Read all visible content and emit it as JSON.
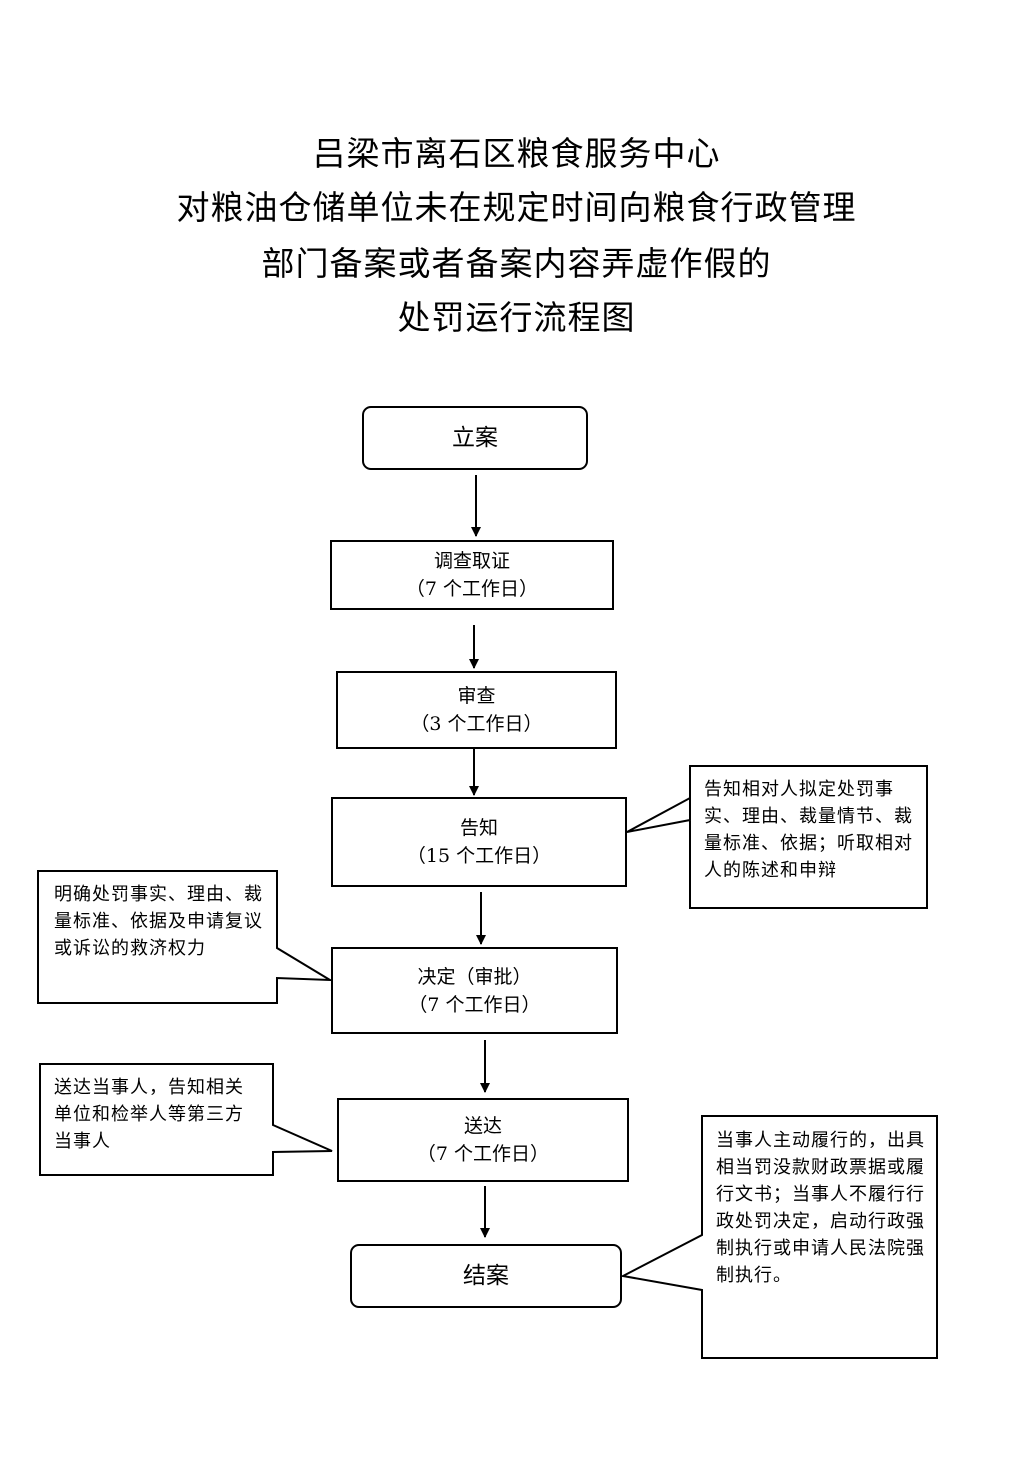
{
  "title_lines": [
    "吕梁市离石区粮食服务中心",
    "对粮油仓储单位未在规定时间向粮食行政管理",
    "部门备案或者备案内容弄虚作假的",
    "处罚运行流程图"
  ],
  "steps": [
    {
      "name": "立案",
      "days": ""
    },
    {
      "name": "调查取证",
      "days": "（7 个工作日）"
    },
    {
      "name": "审查",
      "days": "（3 个工作日）"
    },
    {
      "name": "告知",
      "days": "（15 个工作日）"
    },
    {
      "name": "决定（审批）",
      "days": "（7 个工作日）"
    },
    {
      "name": "送达",
      "days": "（7 个工作日）"
    },
    {
      "name": "结案",
      "days": ""
    }
  ],
  "notes": {
    "inform": "告知相对人拟定处罚事实、理由、裁量情节、裁量标准、依据；听取相对人的陈述和申辩",
    "decide": "明确处罚事实、理由、裁量标准、依据及申请复议或诉讼的救济权力",
    "deliver": "送达当事人，告知相关单位和检举人等第三方当事人",
    "close": "当事人主动履行的，出具相当罚没款财政票据或履行文书；当事人不履行行政处罚决定，启动行政强制执行或申请人民法院强制执行。"
  }
}
